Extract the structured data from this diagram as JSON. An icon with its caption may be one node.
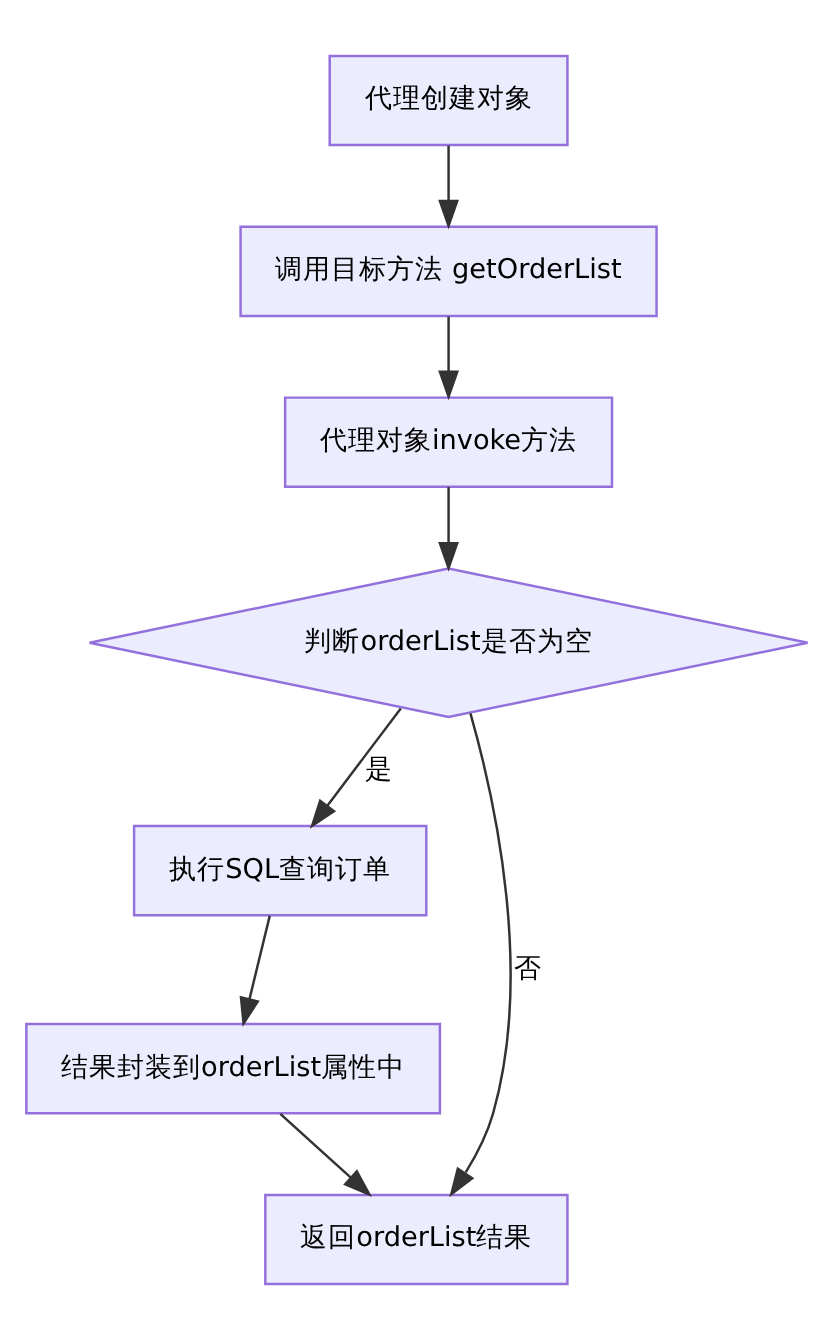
{
  "diagram": {
    "nodes": [
      {
        "text": [
          "代理创建对象"
        ]
      },
      {
        "text": [
          "调用目标方法 getOrderList"
        ]
      },
      {
        "text": [
          "代理对象invoke方法"
        ]
      },
      {
        "text": [
          "判断orderList是否为空"
        ]
      },
      {
        "text": [
          "执行SQL查询订单"
        ]
      },
      {
        "text": [
          "结果封装到orderList属性中"
        ]
      },
      {
        "text": [
          "返回orderList结果"
        ]
      }
    ],
    "edges": [
      {
        "from": 0,
        "to": 1,
        "arrow": "to"
      },
      {
        "from": 1,
        "to": 2,
        "arrow": "to"
      },
      {
        "from": 2,
        "to": 3,
        "arrow": "to"
      },
      {
        "from": 3,
        "to": 4,
        "arrow": "to",
        "label": "是"
      },
      {
        "from": 4,
        "to": 5,
        "arrow": "to"
      },
      {
        "from": 5,
        "to": 6,
        "arrow": "to"
      },
      {
        "from": 3,
        "to": 6,
        "arrow": "to",
        "label": "否"
      }
    ]
  }
}
